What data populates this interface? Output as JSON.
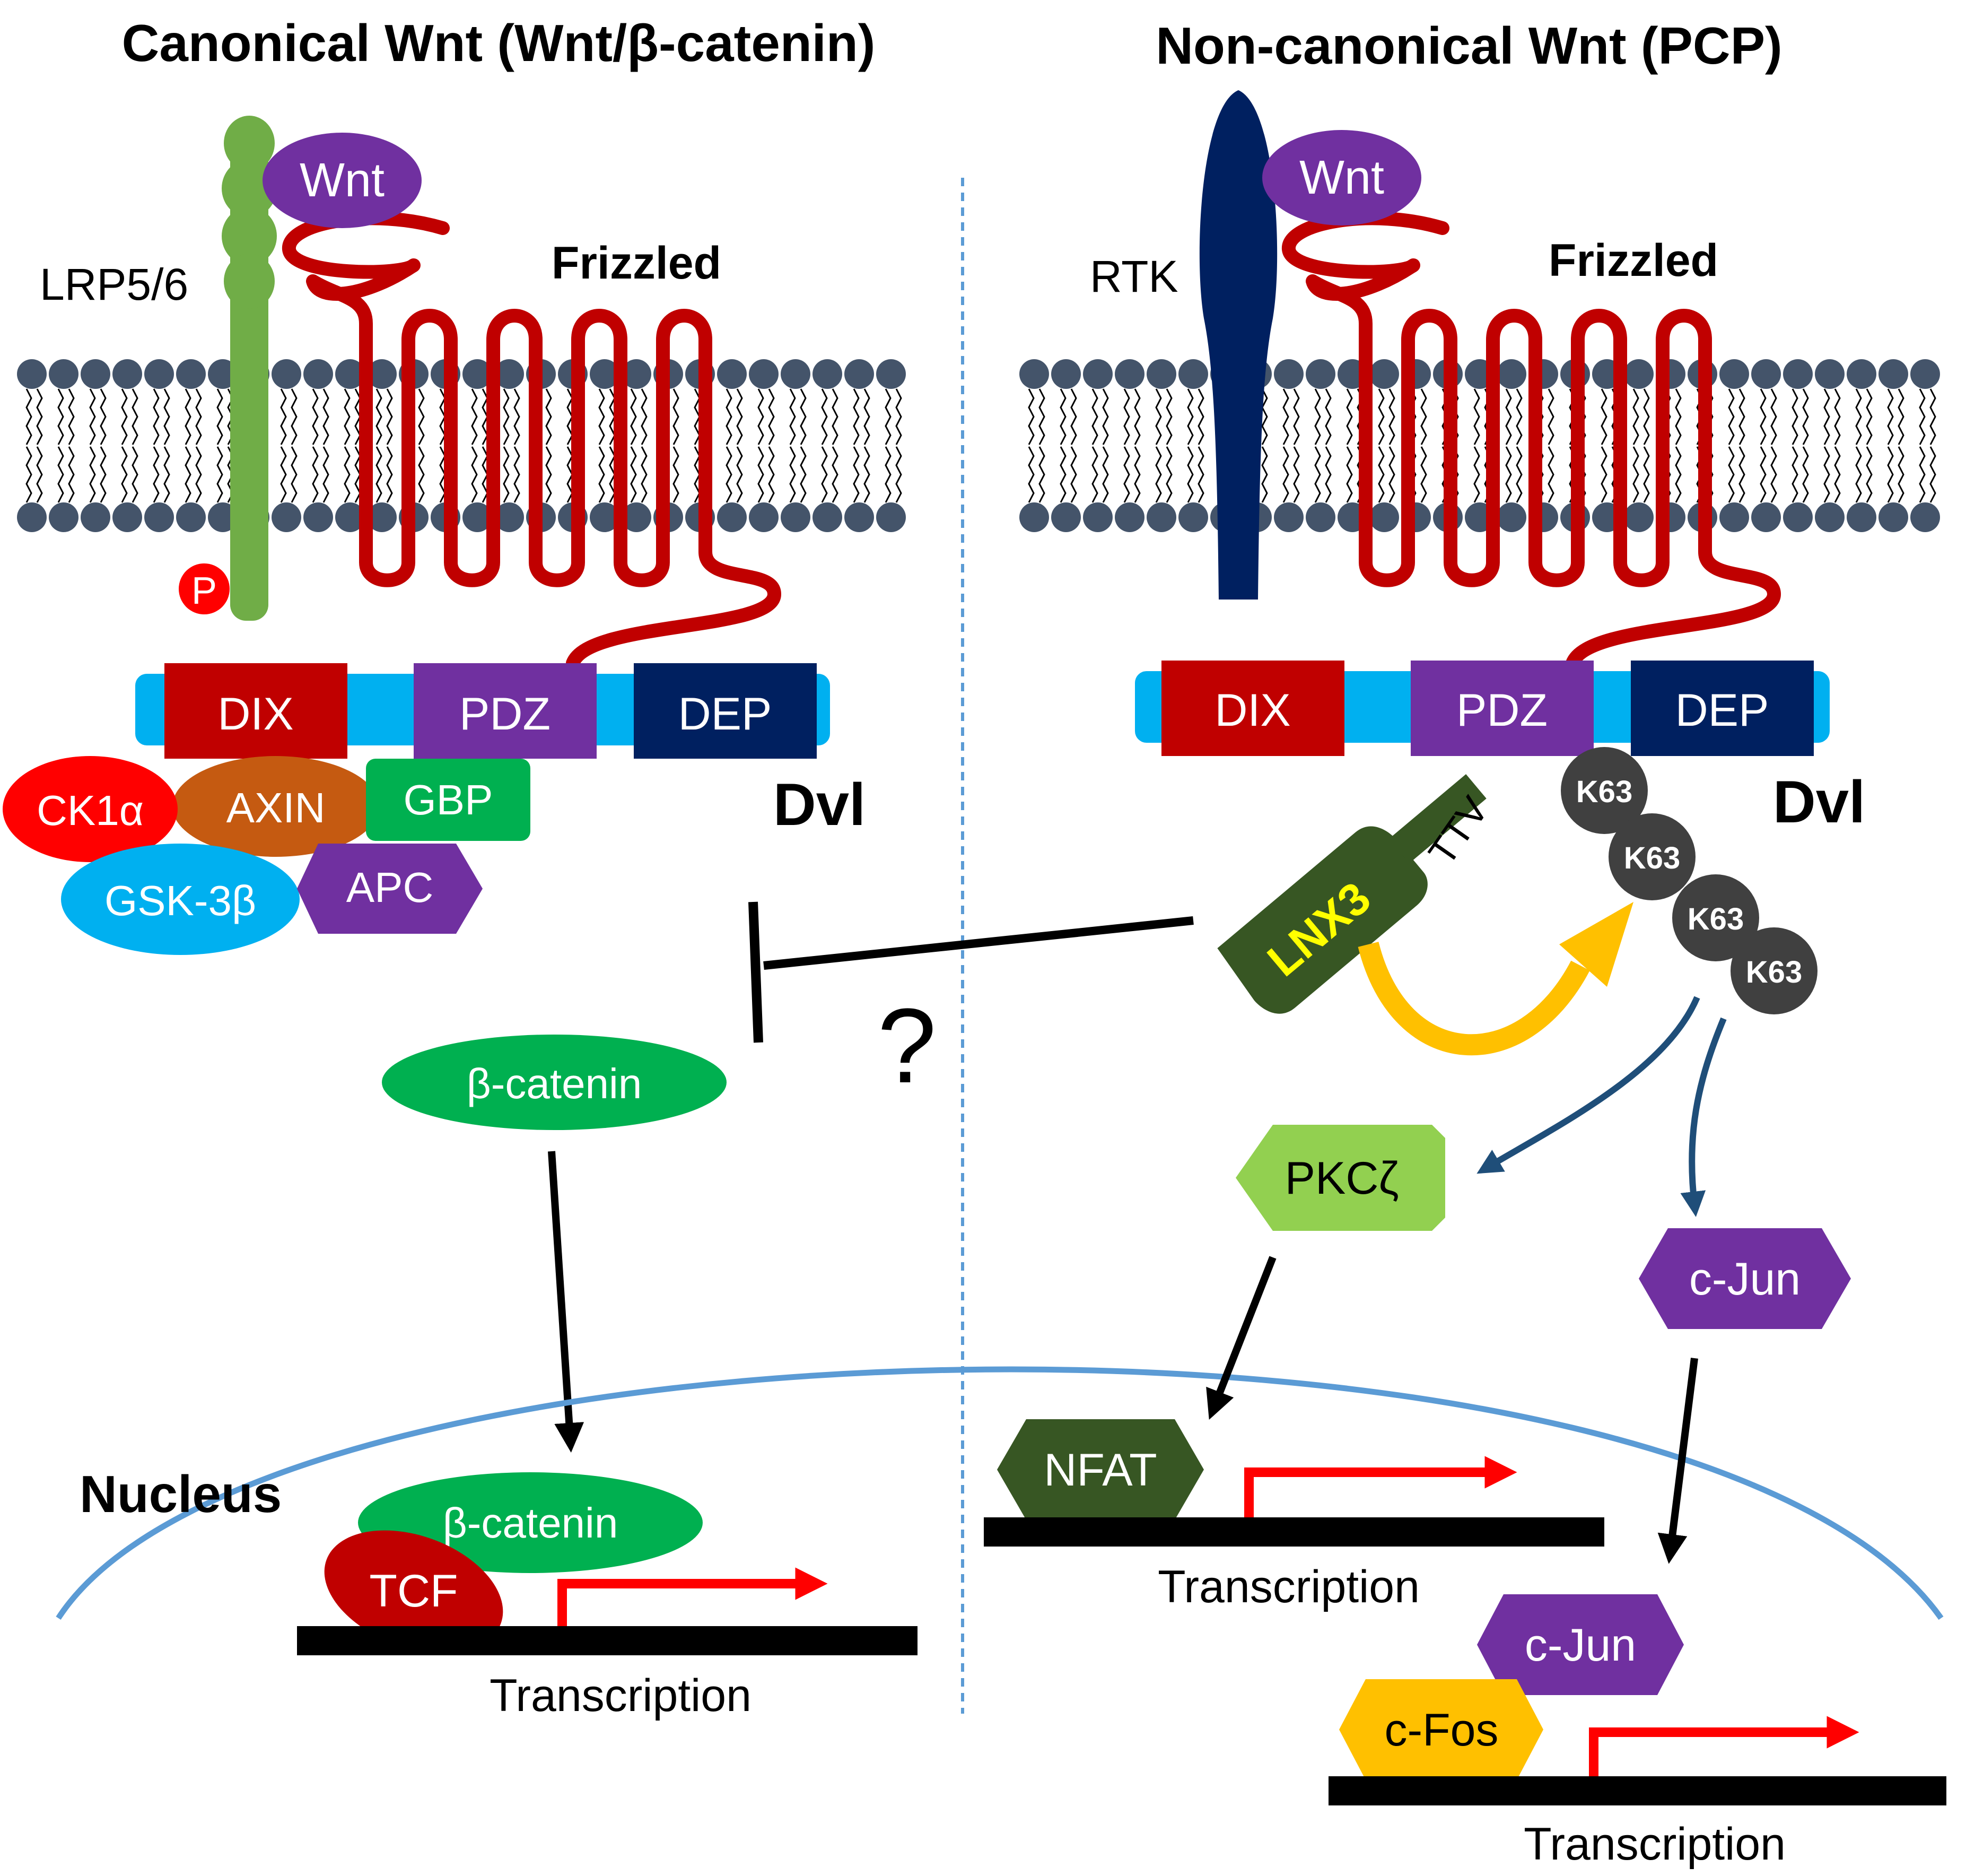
{
  "left_panel": {
    "title": "Canonical Wnt (Wnt/β-catenin)",
    "receptor_label": "LRP5/6",
    "wnt_label": "Wnt",
    "frizzled_label": "Frizzled",
    "phospho_label": "P",
    "dvl_domains": [
      "DIX",
      "PDZ",
      "DEP"
    ],
    "dvl_label": "Dvl",
    "complex": {
      "ck1a": "CK1α",
      "axin": "AXIN",
      "gbp": "GBP",
      "gsk3b": "GSK-3β",
      "apc": "APC"
    },
    "beta_catenin_cyto": "β-catenin",
    "nucleus_label": "Nucleus",
    "beta_catenin_nuc": "β-catenin",
    "tcf_label": "TCF",
    "transcription_label": "Transcription"
  },
  "right_panel": {
    "title": "Non-canonical Wnt (PCP)",
    "receptor_label": "RTK",
    "wnt_label": "Wnt",
    "frizzled_label": "Frizzled",
    "dvl_domains": [
      "DIX",
      "PDZ",
      "DEP"
    ],
    "dvl_label": "Dvl",
    "lnx3_label": "LNX3",
    "ttv_label": "TTV",
    "k63_chain": [
      "K63",
      "K63",
      "K63",
      "K63"
    ],
    "pkc_label": "PKCζ",
    "cjun_label": "c-Jun",
    "nfat_label": "NFAT",
    "transcription_nfat": "Transcription",
    "cjun_nuc_label": "c-Jun",
    "cfos_label": "c-Fos",
    "transcription_ap1": "Transcription"
  },
  "inhibition_question": "?",
  "colors": {
    "frizzled": "#c00000",
    "lrp": "#70ad47",
    "rtk": "#002060",
    "wnt": "#7030a0",
    "dvl_bar": "#00b0f0",
    "dix": "#c00000",
    "pdz": "#7030a0",
    "dep": "#002060",
    "lipid_head": "#44546a",
    "ck1a": "#ff0000",
    "axin": "#c55a11",
    "gbp": "#00b050",
    "gsk3b": "#00b0f0",
    "apc": "#7030a0",
    "beta_catenin": "#00b050",
    "tcf": "#c00000",
    "lnx3": "#375623",
    "lnx3_text": "#ffff00",
    "k63": "#404040",
    "pkc": "#92d050",
    "cjun": "#7030a0",
    "nfat": "#375623",
    "cfos": "#ffc000",
    "ub_arrow": "#ffc000",
    "signal_arrow": "#1f4e79",
    "nuclear_envelope": "#5b9bd5",
    "promoter_arrow": "#ff0000",
    "divider": "#5b9bd5"
  }
}
